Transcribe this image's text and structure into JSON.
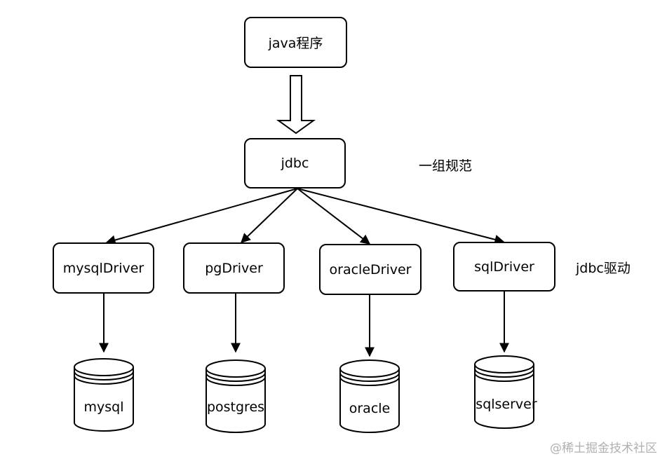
{
  "nodes": {
    "java": "java程序",
    "jdbc": "jdbc",
    "drivers": [
      "mysqlDriver",
      "pgDriver",
      "oracleDriver",
      "sqlDriver"
    ],
    "databases": [
      "mysql",
      "postgres",
      "oracle",
      "sqlserver"
    ]
  },
  "annotations": {
    "spec": "一组规范",
    "driver": "jdbc驱动"
  },
  "watermark": "@稀土掘金技术社区"
}
